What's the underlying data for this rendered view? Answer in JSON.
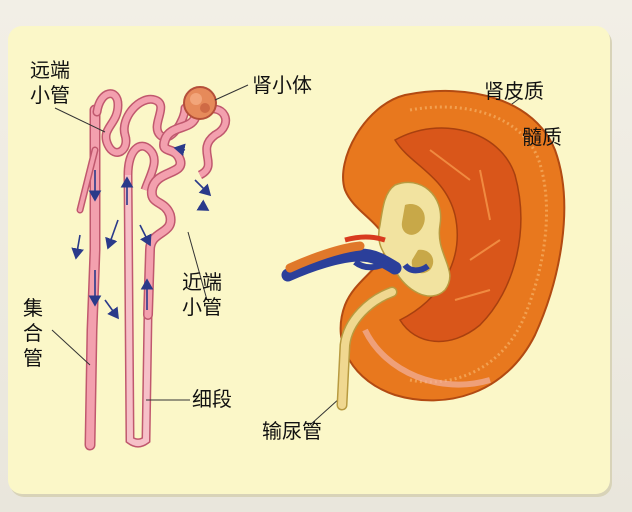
{
  "labels": {
    "distal_tubule": "远端小管",
    "renal_corpuscle": "肾小体",
    "collecting_duct": "集合管",
    "proximal_tubule": "近端小管",
    "thin_segment": "细段",
    "renal_cortex": "肾皮质",
    "renal_medulla": "髓质",
    "ureter": "输尿管"
  },
  "colors": {
    "panel": "#fbf7c8",
    "tubule": "#f3a0ae",
    "tubule_stroke": "#c0586e",
    "arrow": "#2a3a8a",
    "kidney_cortex": "#e8781e",
    "kidney_medulla": "#d9561a",
    "pelvis": "#f2e3a0",
    "vein": "#2b3f9a",
    "artery": "#d83a1e",
    "ureter": "#f0d890"
  }
}
